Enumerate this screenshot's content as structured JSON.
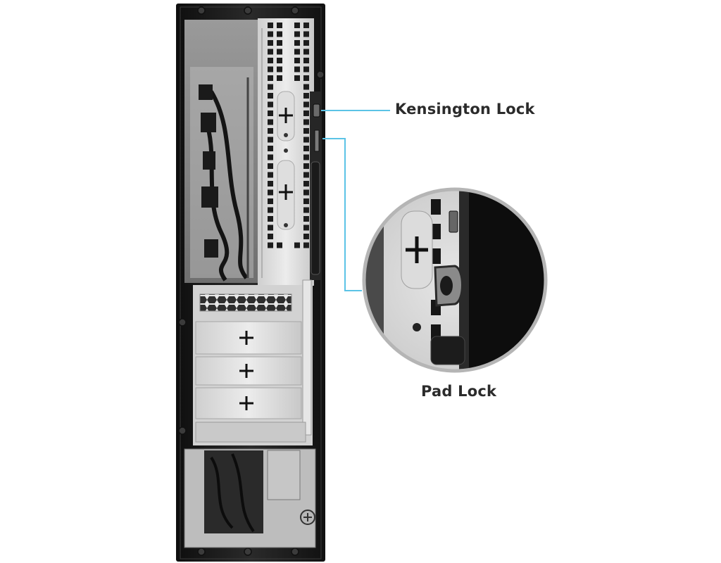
{
  "product": {
    "subject": "Slim desktop PC case, rear view",
    "callouts": {
      "kensington_lock": "Kensington Lock",
      "pad_lock": "Pad Lock"
    }
  },
  "colors": {
    "callout_line": "#5bc3e6",
    "chassis_frame": "#1b1b1b",
    "panel_steel": "#d9d9d9",
    "label_text": "#2b2b2b"
  },
  "icons": [
    "screw-icon",
    "plus-mark-icon",
    "padlock-loop-icon",
    "kensington-slot-icon"
  ]
}
